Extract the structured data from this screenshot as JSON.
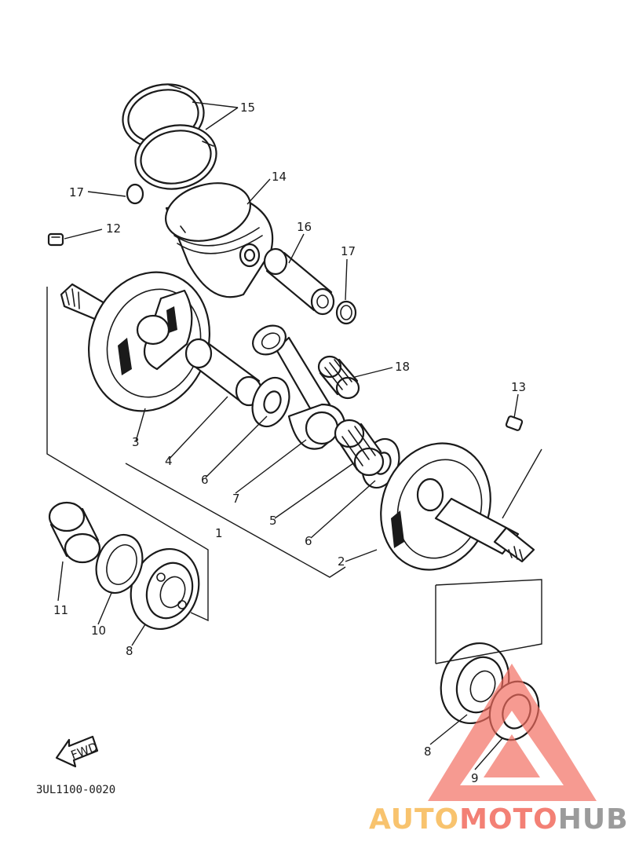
{
  "callouts": {
    "c1": "1",
    "c2": "2",
    "c3": "3",
    "c4": "4",
    "c5": "5",
    "c6a": "6",
    "c6b": "6",
    "c7": "7",
    "c8a": "8",
    "c8b": "8",
    "c9": "9",
    "c10": "10",
    "c11": "11",
    "c12": "12",
    "c13": "13",
    "c14": "14",
    "c15": "15",
    "c16": "16",
    "c17a": "17",
    "c17b": "17",
    "c18": "18"
  },
  "diagram_code": "3UL1100-0020",
  "fwd_label": "FWD",
  "watermark": {
    "part1": "AUTO",
    "part2": "MOTO",
    "part3": "HUB",
    "color_orange": "#f7b955",
    "color_red": "#f26b5e",
    "color_gray": "#8a8a8a"
  }
}
